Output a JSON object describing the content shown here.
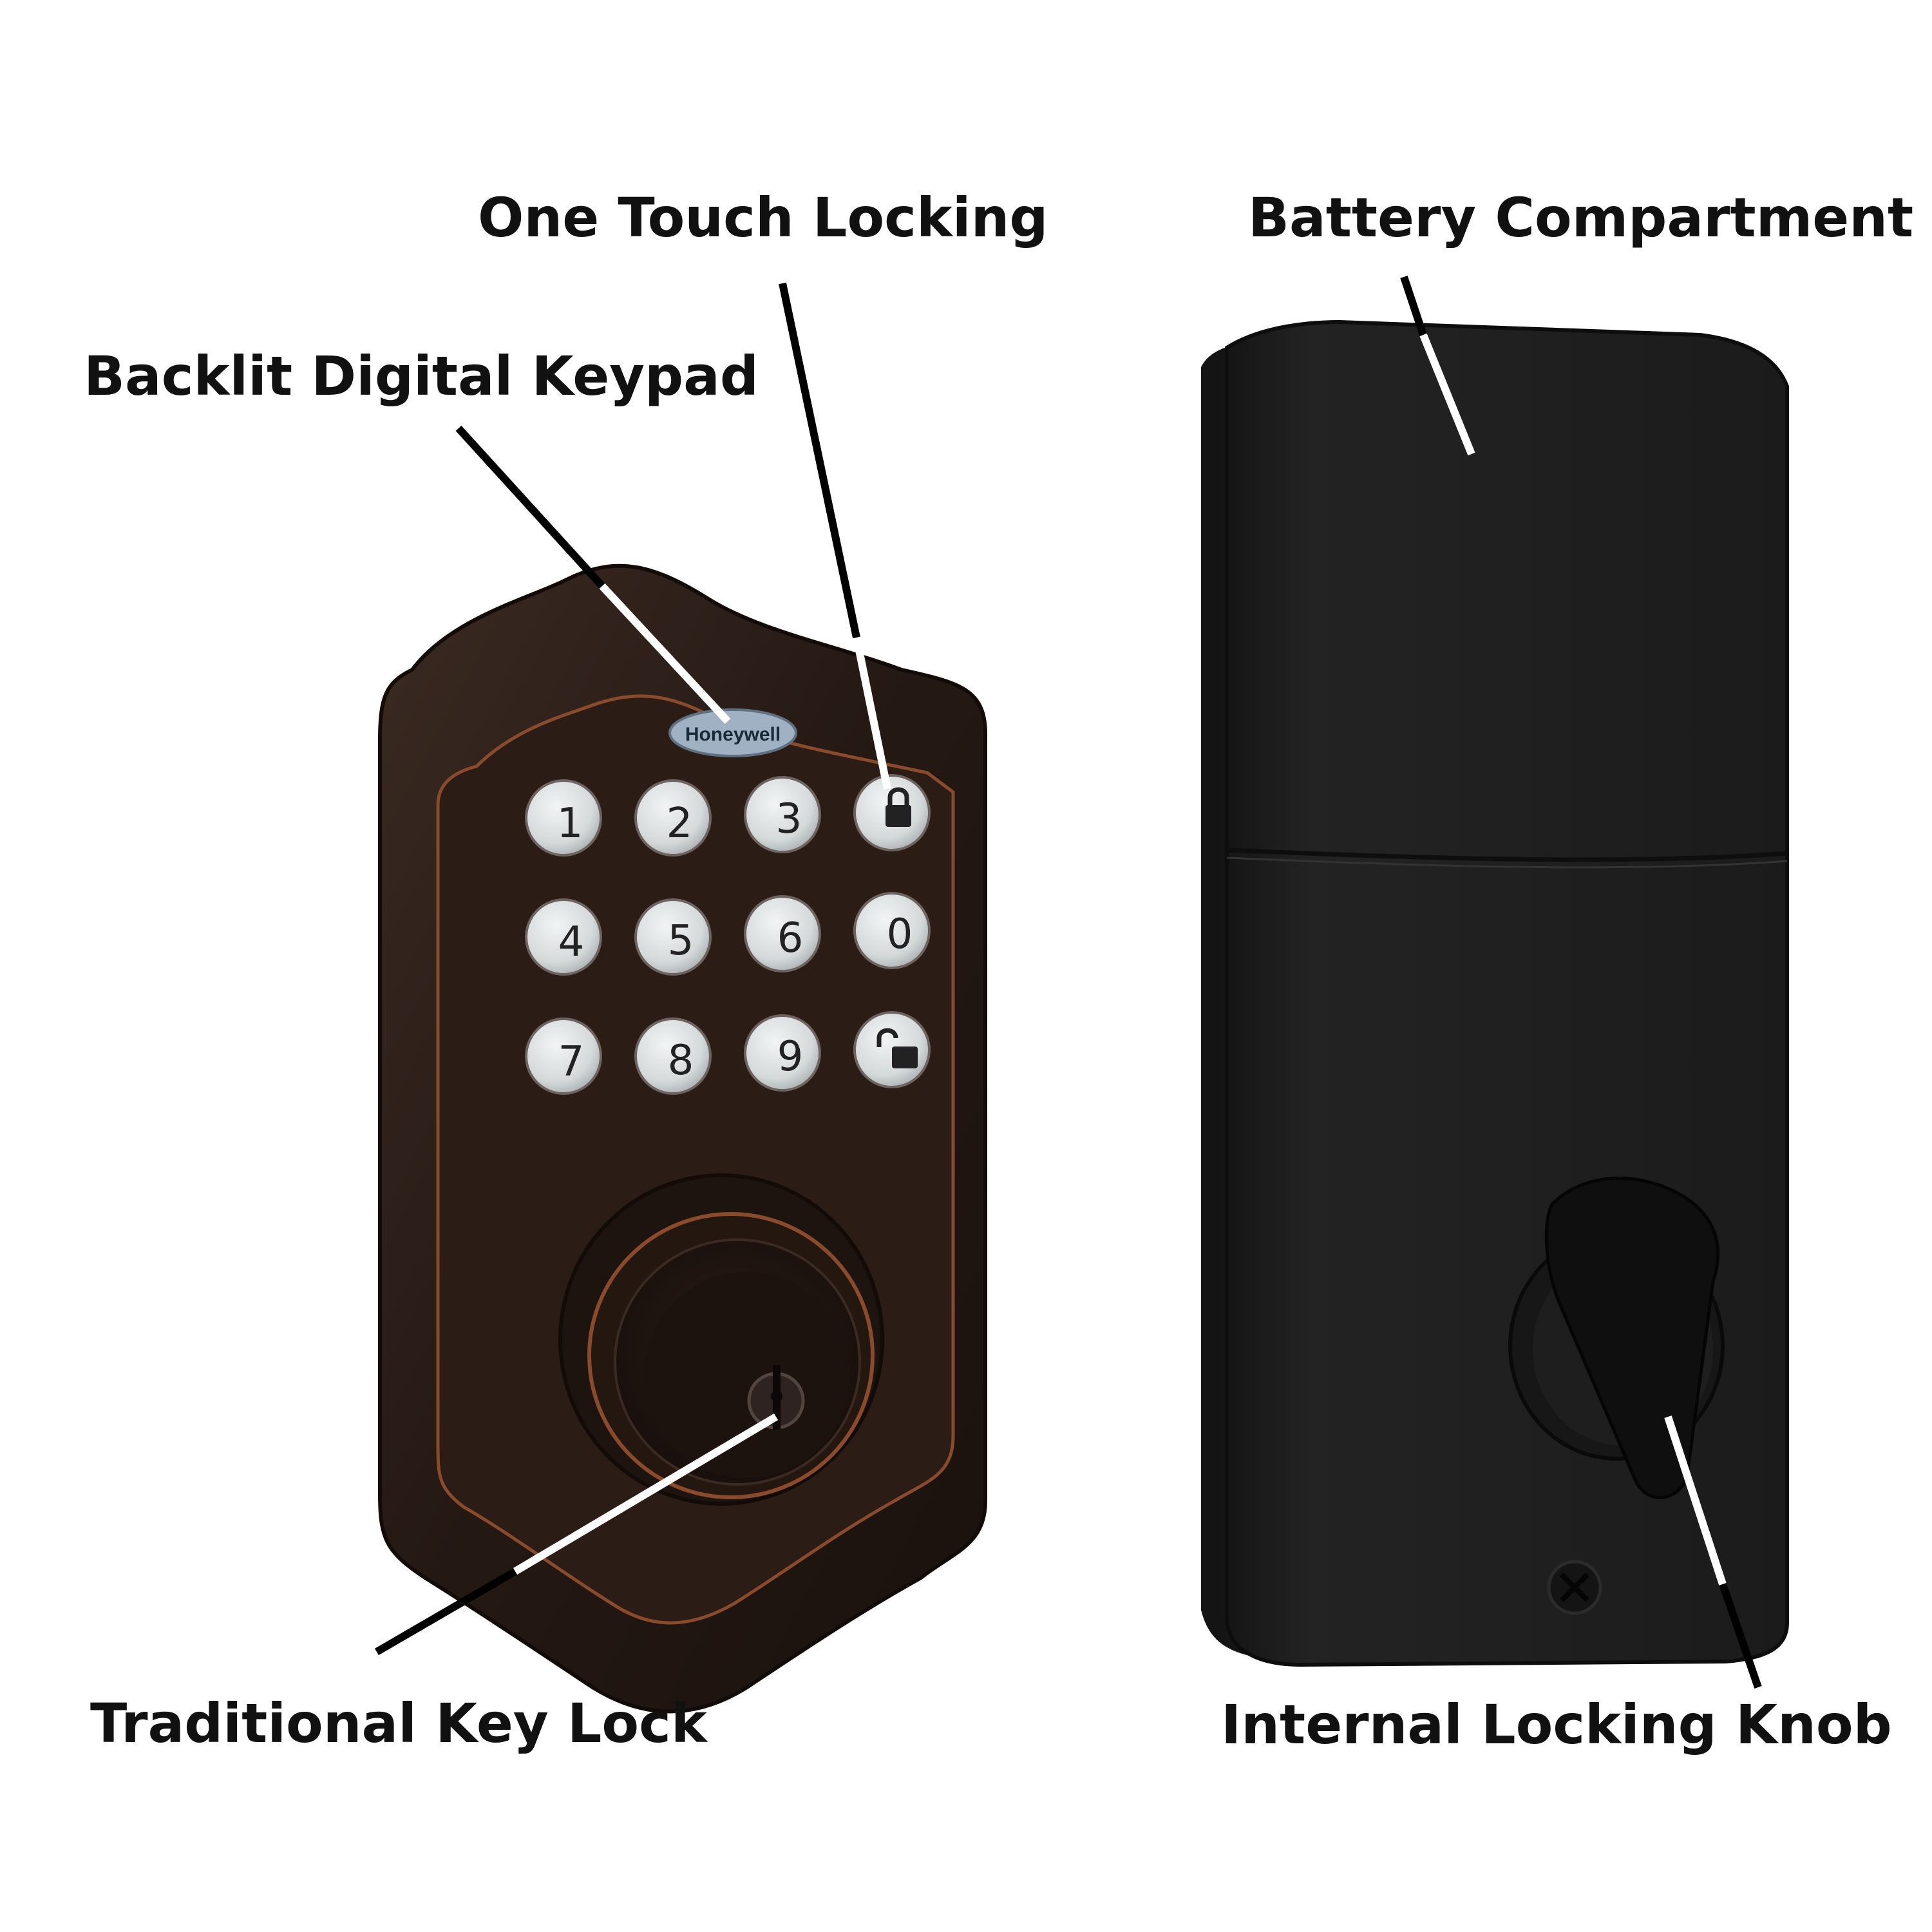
{
  "labels": {
    "one_touch_locking": "One Touch Locking",
    "backlit_digital_keypad": "Backlit Digital Keypad",
    "battery_compartment": "Battery Compartment",
    "traditional_key_lock": "Traditional Key Lock",
    "internal_locking_knob": "Internal Locking Knob"
  },
  "brand_badge": "Honeywell",
  "keypad": {
    "keys": [
      "1",
      "2",
      "3",
      "lock-icon",
      "4",
      "5",
      "6",
      "0",
      "7",
      "8",
      "9",
      "unlock-icon"
    ]
  },
  "colors": {
    "background": "#ffffff",
    "label_text": "#111111",
    "exterior_body": "#2a1d18",
    "bronze_trim": "#8a4a2c",
    "interior_body": "#1f1f1f",
    "key_buttons": "#d6d9da",
    "brand_badge": "#9fb1c2"
  }
}
